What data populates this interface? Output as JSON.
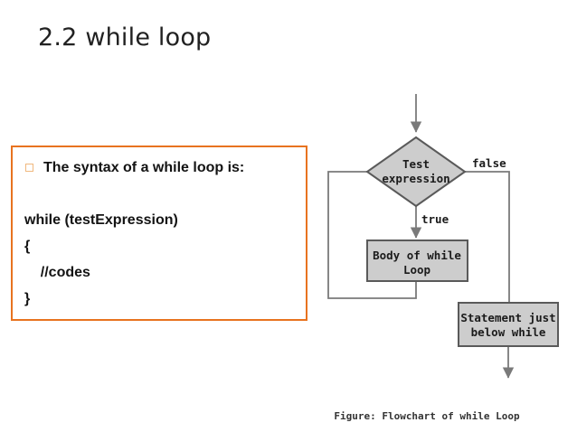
{
  "slide": {
    "title": "2.2 while loop"
  },
  "syntax_box": {
    "bullet": "The syntax of a while loop is:",
    "code_lines": [
      "while (testExpression)",
      "{",
      "    //codes",
      "}"
    ]
  },
  "flowchart": {
    "decision": {
      "line1": "Test",
      "line2": "expression"
    },
    "branch_false": "false",
    "branch_true": "true",
    "body": {
      "line1": "Body of while",
      "line2": "Loop"
    },
    "after": {
      "line1": "Statement just",
      "line2": "below while"
    },
    "caption": "Figure: Flowchart of while Loop",
    "colors": {
      "node_fill": "#cdcdcd",
      "node_border": "#5a5a5a",
      "connector": "#7a7a7a",
      "text": "#1b1b1b"
    }
  },
  "accent": {
    "panel_border": "#e8731f",
    "bullet_border": "#f0b87e"
  }
}
